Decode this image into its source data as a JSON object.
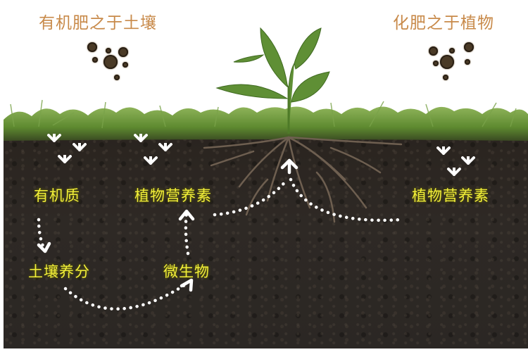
{
  "titles": {
    "left": "有机肥之于土壤",
    "right": "化肥之于植物"
  },
  "labels": {
    "organic_matter": "有机质",
    "plant_nutrients_left": "植物营养素",
    "soil_nutrients": "土壤养分",
    "microorganisms": "微生物",
    "plant_nutrients_right": "植物营养素"
  },
  "colors": {
    "title": "#c88a4a",
    "label": "#f2ef3a",
    "soil": "#2b2622",
    "grass": "#6f9a3a",
    "leaf": "#5f8f35",
    "root": "#6e5f50",
    "granule": "#4a3a26",
    "arrow": "#ffffff"
  },
  "icons": {
    "granules": "fertilizer-granules-icon",
    "arrow_down": "arrow-down-icon",
    "arrow_up": "arrow-up-icon"
  }
}
